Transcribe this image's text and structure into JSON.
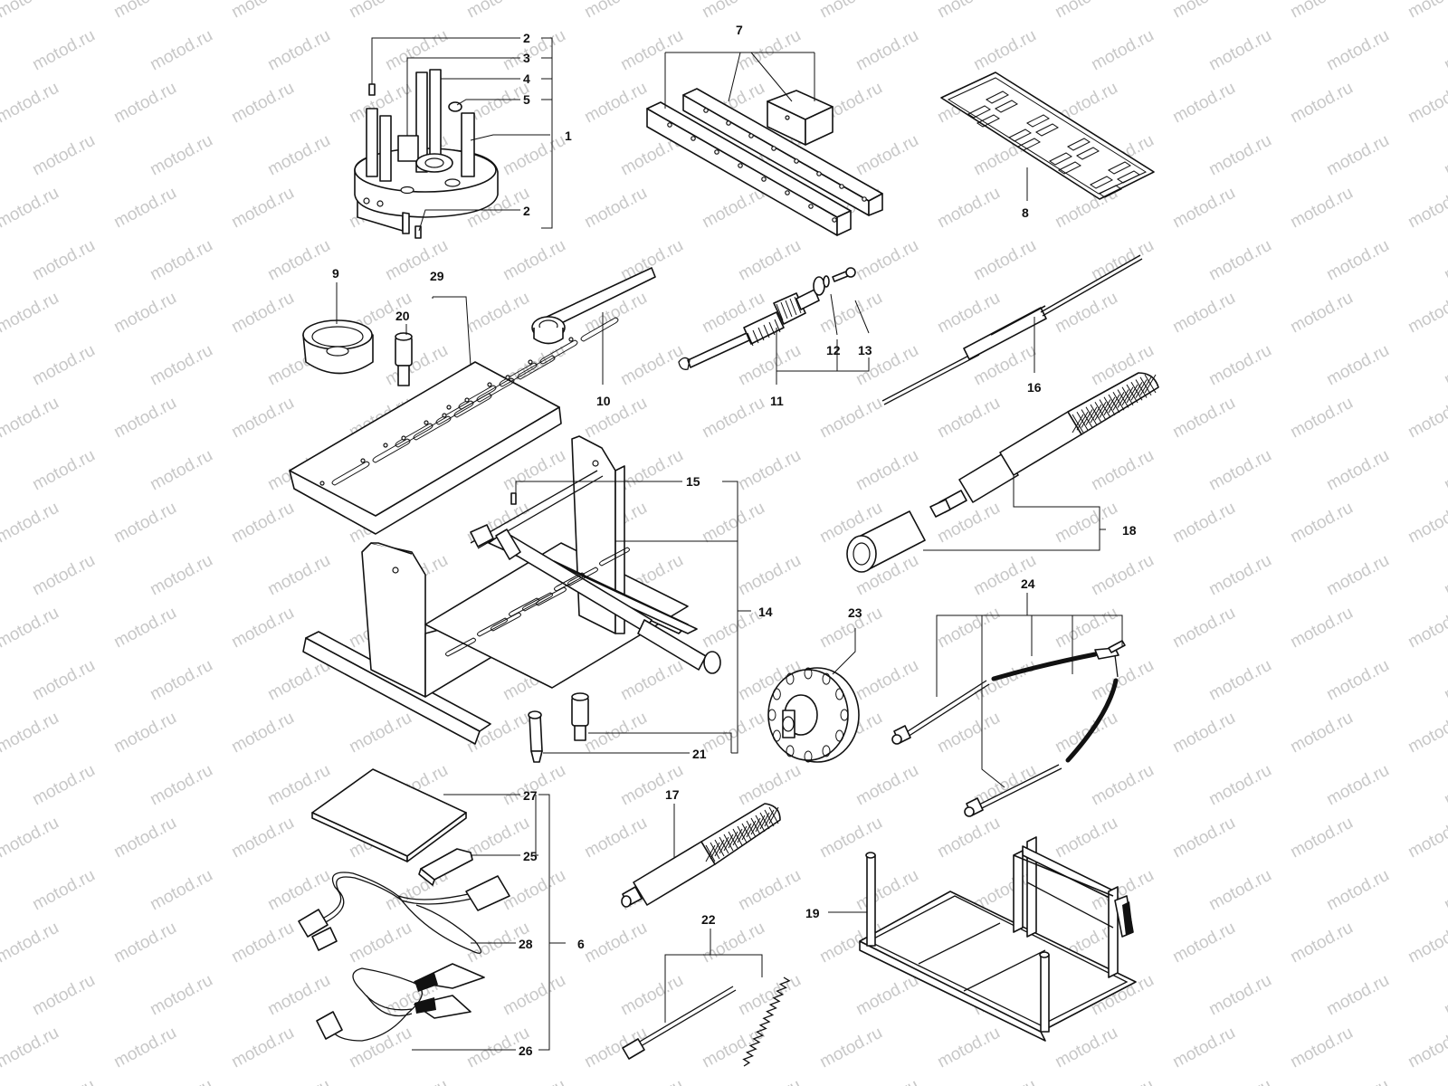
{
  "watermark": "motod.ru",
  "callouts": [
    "2",
    "3",
    "4",
    "5",
    "1",
    "2",
    "7",
    "8",
    "9",
    "29",
    "20",
    "10",
    "11",
    "12",
    "13",
    "16",
    "15",
    "14",
    "18",
    "23",
    "24",
    "21",
    "27",
    "25",
    "6",
    "28",
    "26",
    "17",
    "22",
    "19"
  ]
}
